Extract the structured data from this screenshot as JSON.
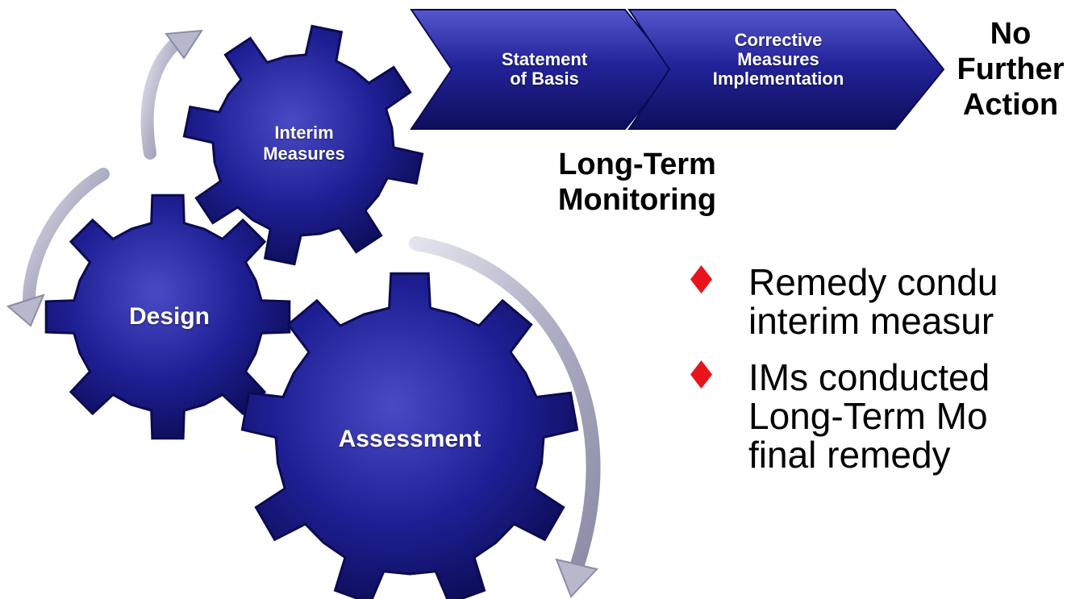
{
  "gears": {
    "interim": "Interim\nMeasures",
    "design": "Design",
    "assessment": "Assessment"
  },
  "chevrons": {
    "statement": "Statement\nof Basis",
    "corrective": "Corrective\nMeasures\nImplementation"
  },
  "captions": {
    "no_further_action": "No\nFurther\nAction",
    "long_term": "Long-Term\nMonitoring"
  },
  "bullets": [
    "Remedy condu\ninterim measur",
    "IMs conducted\nLong-Term Mo\nfinal remedy"
  ],
  "colors": {
    "gear": "#1c1c8c",
    "gear_dark": "#0b0b52",
    "arrow": "#b6b6c8",
    "bullet_marker": "#e8141c"
  }
}
